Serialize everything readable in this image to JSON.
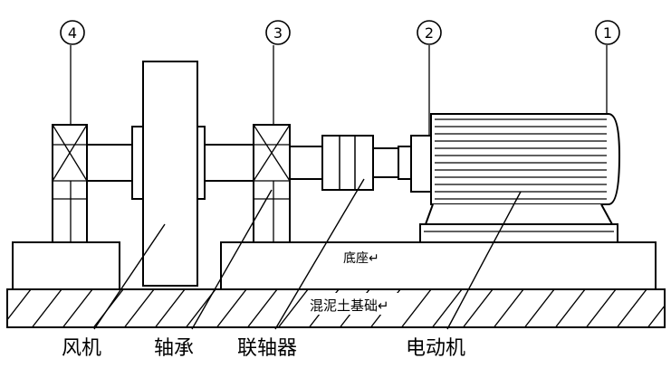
{
  "markers": [
    {
      "id": "marker-1",
      "label": "1"
    },
    {
      "id": "marker-2",
      "label": "2"
    },
    {
      "id": "marker-3",
      "label": "3"
    },
    {
      "id": "marker-4",
      "label": "4"
    }
  ],
  "inline_labels": {
    "base": "底座↵",
    "foundation": "混泥土基础↵"
  },
  "bottom_labels": {
    "fan": "风机",
    "bearing": "轴承",
    "coupling": "联轴器",
    "motor": "电动机"
  }
}
